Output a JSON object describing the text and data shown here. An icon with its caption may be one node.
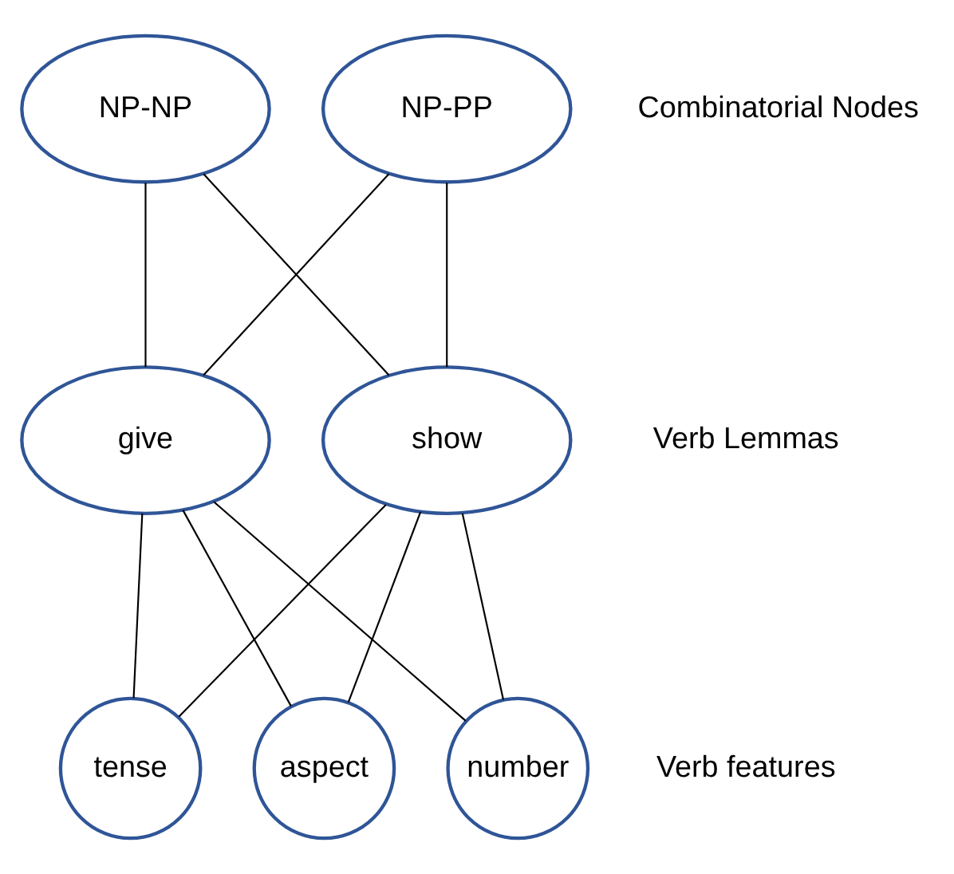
{
  "diagram": {
    "nodes": [
      {
        "text": [
          "NP-NP"
        ]
      },
      {
        "text": [
          "NP-PP"
        ]
      },
      {
        "text": [
          "give"
        ]
      },
      {
        "text": [
          "show"
        ]
      },
      {
        "text": [
          "tense"
        ]
      },
      {
        "text": [
          "aspect"
        ]
      },
      {
        "text": [
          "number"
        ]
      }
    ],
    "edges": [
      {
        "from": 0,
        "to": 2,
        "arrow": "none"
      },
      {
        "from": 0,
        "to": 3,
        "arrow": "none"
      },
      {
        "from": 1,
        "to": 2,
        "arrow": "none"
      },
      {
        "from": 1,
        "to": 3,
        "arrow": "none"
      },
      {
        "from": 2,
        "to": 4,
        "arrow": "none"
      },
      {
        "from": 2,
        "to": 5,
        "arrow": "none"
      },
      {
        "from": 2,
        "to": 6,
        "arrow": "none"
      },
      {
        "from": 3,
        "to": 4,
        "arrow": "none"
      },
      {
        "from": 3,
        "to": 5,
        "arrow": "none"
      },
      {
        "from": 3,
        "to": 6,
        "arrow": "none"
      }
    ],
    "labels": [
      "Combinatorial Nodes",
      "Verb Lemmas",
      "Verb features"
    ]
  }
}
